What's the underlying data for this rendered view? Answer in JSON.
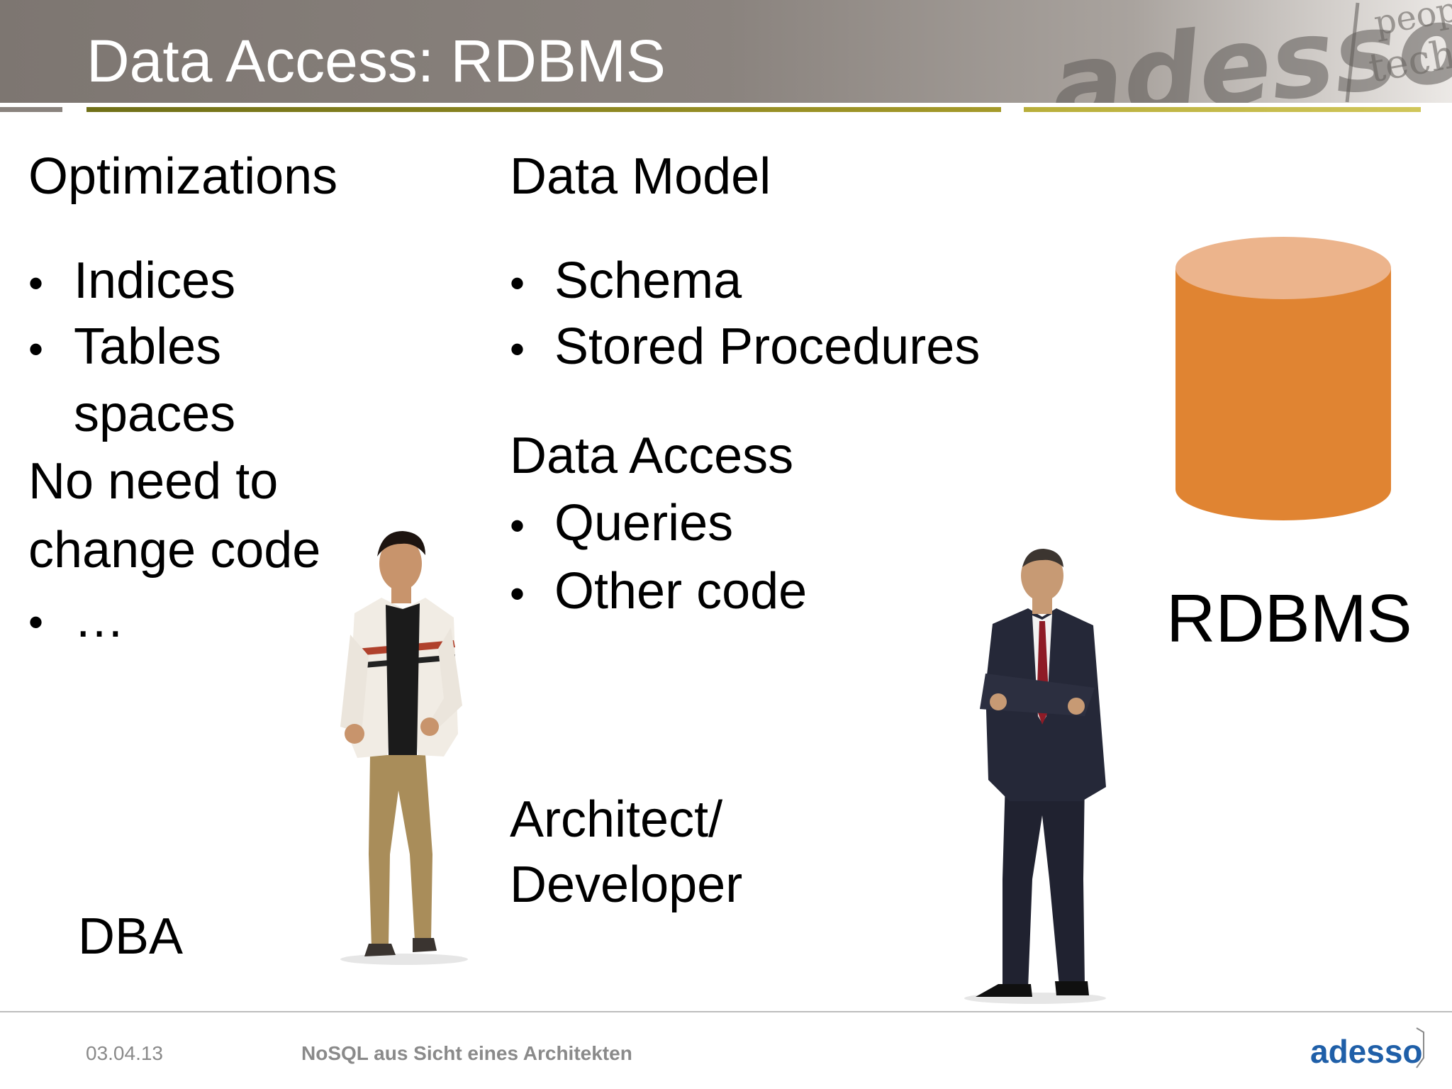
{
  "slide": {
    "title": "Data Access: RDBMS"
  },
  "header_watermark": {
    "logo_text": "adesso",
    "tagline_line1": "people",
    "tagline_line2": "technology"
  },
  "columns": {
    "left": {
      "heading": "Optimizations",
      "bullets": [
        "Indices",
        "Tables",
        "spaces"
      ],
      "note_line1": "No need to",
      "note_line2": "change code",
      "more_bullet": "…",
      "role_label": "DBA"
    },
    "middle": {
      "heading": "Data Model",
      "bullets": [
        "Schema",
        "Stored Procedures"
      ],
      "subheading": "Data Access",
      "sub_bullets": [
        "Queries",
        "Other code"
      ],
      "role_line1": "Architect/",
      "role_line2": "Developer"
    },
    "right": {
      "db_label": "RDBMS"
    }
  },
  "bullet_glyph": "•",
  "colors": {
    "header_bg": "#7d7671",
    "rule_gray": "#8a837e",
    "rule_olive": "#a59a2a",
    "cylinder_body": "#e08432",
    "cylinder_top": "#ecb48c",
    "brand_blue": "#1f5fa8"
  },
  "footer": {
    "date": "03.04.13",
    "title": "NoSQL aus Sicht eines Architekten",
    "brand": "adesso"
  }
}
